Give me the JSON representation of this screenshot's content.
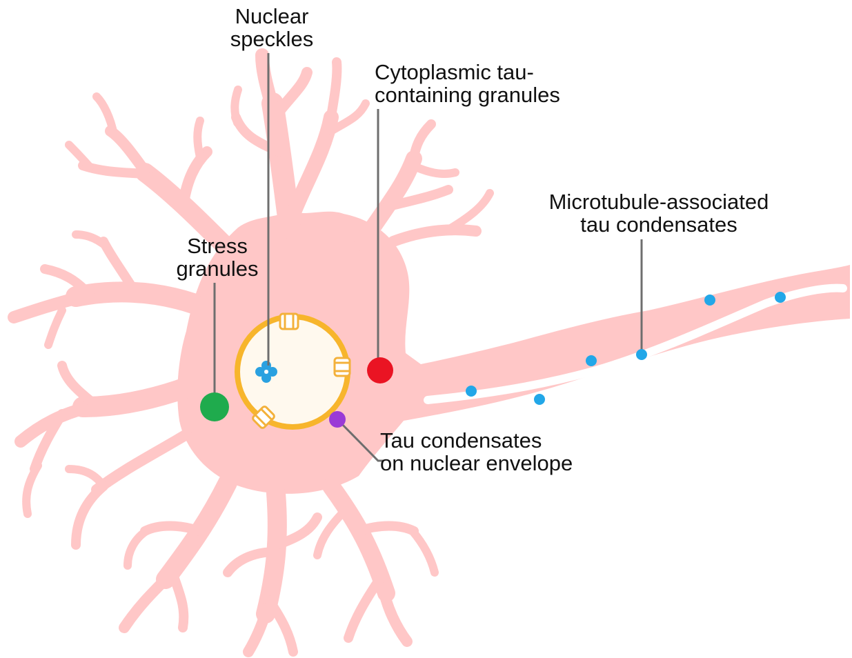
{
  "labels": {
    "nuclear_speckles": {
      "line1": "Nuclear",
      "line2": "speckles"
    },
    "cytoplasmic": {
      "line1": "Cytoplasmic tau-",
      "line2": "containing  granules"
    },
    "microtubule": {
      "line1": "Microtubule-associated",
      "line2": "tau condensates"
    },
    "stress": {
      "line1": "Stress",
      "line2": "granules"
    },
    "envelope": {
      "line1": "Tau condensates",
      "line2": "on nuclear envelope"
    }
  },
  "colors": {
    "neuron_body": "#ffc7c7",
    "axon_inner": "#ffffff",
    "nucleus_fill": "#fff9ee",
    "nucleus_ring": "#f7b52c",
    "stress_granule": "#1fab4d",
    "cytoplasmic_granule": "#ea1423",
    "envelope_condensate": "#9a3ad6",
    "microtubule_dot": "#22a7e8",
    "speckle": "#2aa1e0",
    "leader_line": "#6e6e6e",
    "pore_complex": "#f3b13b"
  },
  "icons": {
    "pore": "nuclear-pore-complex-icon",
    "speckle": "nuclear-speckle-icon"
  }
}
